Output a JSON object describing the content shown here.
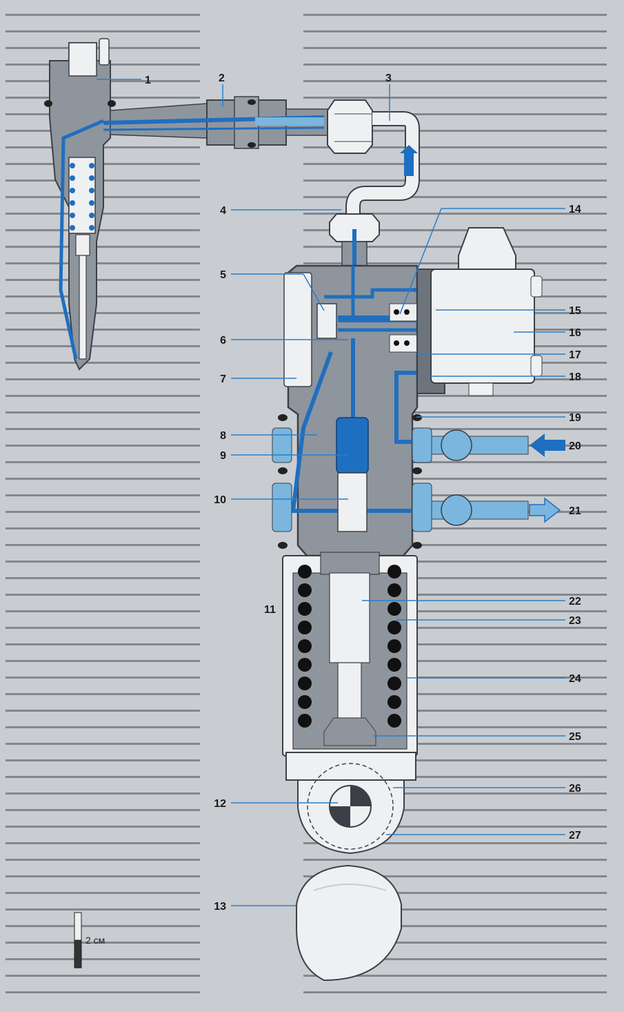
{
  "diagram": {
    "labels": {
      "l1": "1",
      "l2": "2",
      "l3": "3",
      "l4": "4",
      "l5": "5",
      "l6": "6",
      "l7": "7",
      "l8": "8",
      "l9": "9",
      "l10": "10",
      "l11": "11",
      "l12": "12",
      "l13": "13",
      "l14": "14",
      "l15": "15",
      "l16": "16",
      "l17": "17",
      "l18": "18",
      "l19": "19",
      "l20": "20",
      "l21": "21",
      "l22": "22",
      "l23": "23",
      "l24": "24",
      "l25": "25",
      "l26": "26",
      "l27": "27"
    },
    "scale_bar": {
      "label": "2 см"
    }
  },
  "colors": {
    "background": "#c9ccd0",
    "body_gray": "#8f959d",
    "body_dark": "#6e747c",
    "fuel_blue": "#1f6fc0",
    "fuel_light": "#7ab6de",
    "leader_blue": "#2a7ec8",
    "white_part": "#eef0f2",
    "spring_black": "#111111"
  }
}
